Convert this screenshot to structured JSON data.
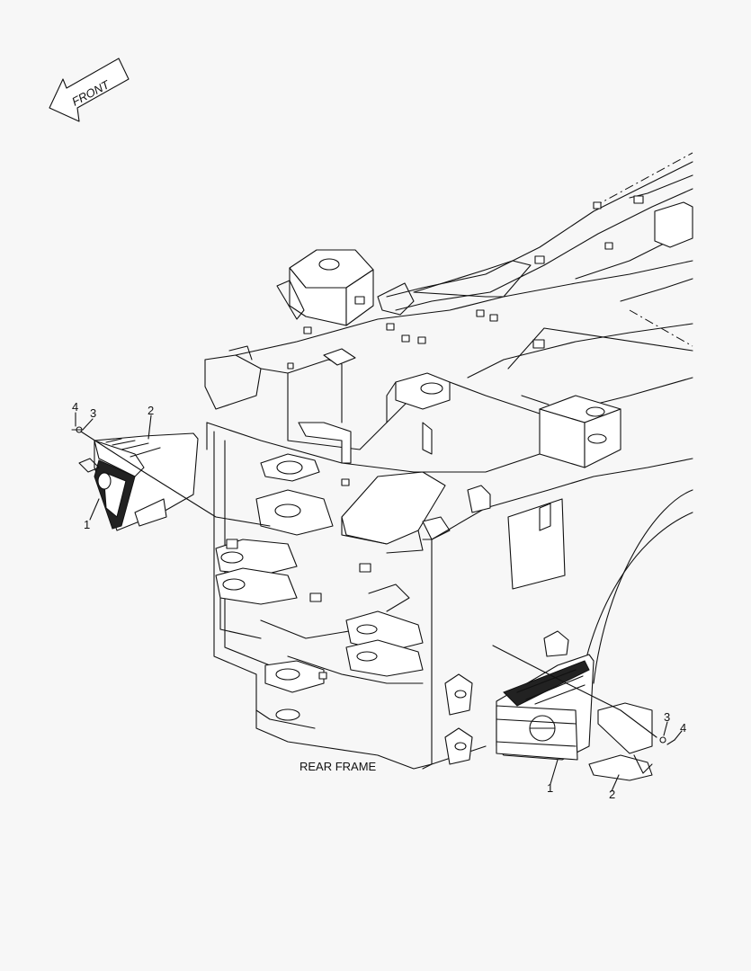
{
  "diagram": {
    "front_arrow_text": "FRONT",
    "caption": "REAR FRAME",
    "callouts": {
      "left_1": "1",
      "left_2": "2",
      "left_3": "3",
      "left_4": "4",
      "right_1": "1",
      "right_2": "2",
      "right_3": "3",
      "right_4": "4"
    }
  }
}
